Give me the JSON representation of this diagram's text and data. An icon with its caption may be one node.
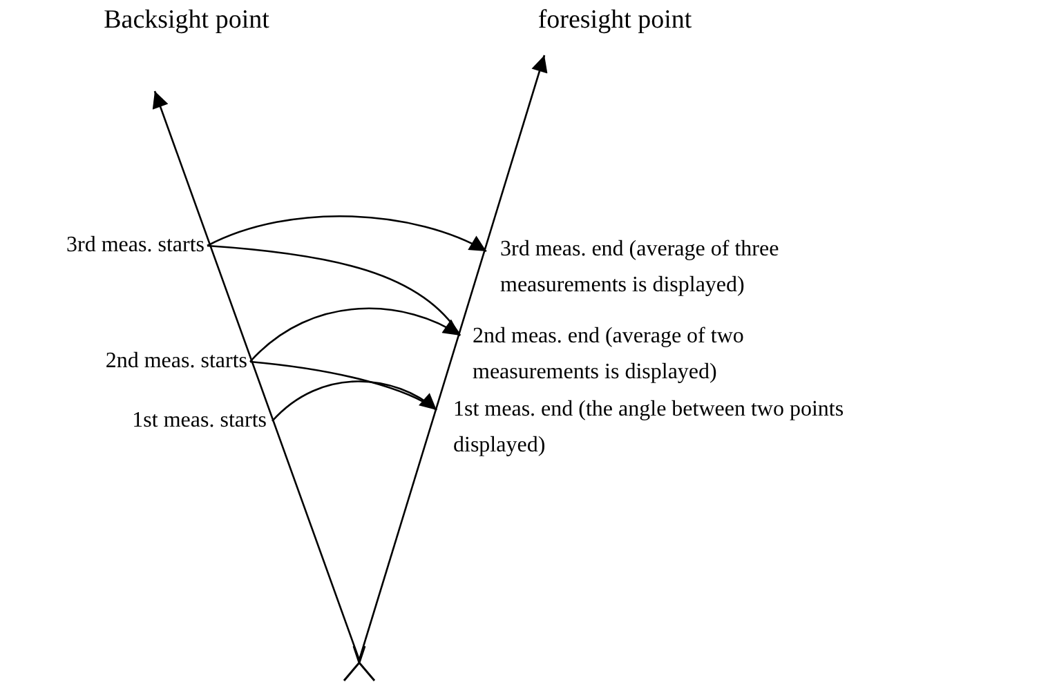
{
  "diagram": {
    "nodes": [
      {
        "text": [
          "Backsight point"
        ]
      },
      {
        "text": [
          "foresight point"
        ]
      },
      {
        "text": [
          "3rd meas. starts"
        ]
      },
      {
        "text": [
          "3rd meas. end (average of three measurements is displayed)"
        ]
      },
      {
        "text": [
          "2nd meas. starts"
        ]
      },
      {
        "text": [
          "2nd meas. end (average of two measurements is displayed)"
        ]
      },
      {
        "text": [
          "1st meas. starts"
        ]
      },
      {
        "text": [
          "1st meas. end (the angle between two points displayed)"
        ]
      },
      {
        "text": [],
        "shape": "cross"
      }
    ],
    "edges": [
      {
        "from": 8,
        "to": 0,
        "arrow": "to"
      },
      {
        "from": 8,
        "to": 1,
        "arrow": "to"
      },
      {
        "from": 2,
        "to": 3,
        "arrow": "to"
      },
      {
        "from": 2,
        "to": 5,
        "arrow": "none"
      },
      {
        "from": 4,
        "to": 5,
        "arrow": "to"
      },
      {
        "from": 4,
        "to": 7,
        "arrow": "none"
      },
      {
        "from": 6,
        "to": 7,
        "arrow": "to"
      }
    ]
  }
}
